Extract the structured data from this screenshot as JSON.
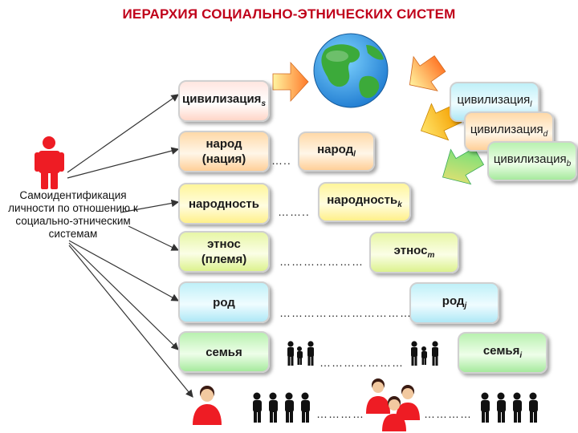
{
  "title": "ИЕРАРХИЯ СОЦИАЛЬНО-ЭТНИЧЕСКИХ СИСТЕМ",
  "caption": [
    "Самоидентификация",
    "личности по отношению к",
    "социально-этническим",
    "системам"
  ],
  "left_boxes": {
    "civ": "цивилизация",
    "civ_sub": "s",
    "narod": "народ",
    "natsiya": "(нация)",
    "narodnost": "народность",
    "etnos": "этнос",
    "plemya": "(племя)",
    "rod": "род",
    "semya": "семья"
  },
  "right_boxes": {
    "narod": "народ",
    "narod_sub": "l",
    "narodnost": "народность",
    "narodnost_sub": "k",
    "etnos": "этнос",
    "etnos_sub": "m",
    "rod": "род",
    "rod_sub": "j",
    "semya": "семья",
    "semya_sub": "i"
  },
  "civ_boxes": {
    "c1": "цивилизация",
    "c1_sub": "l",
    "c2": "цивилизация",
    "c2_sub": "d",
    "c3": "цивилизация",
    "c3_sub": "b"
  },
  "dots": {
    "d1": "…..",
    "d2": "……..",
    "d3": "…………………",
    "d4": "……………………………",
    "d5": "…………………",
    "d6": "…………",
    "d7": "…………"
  }
}
